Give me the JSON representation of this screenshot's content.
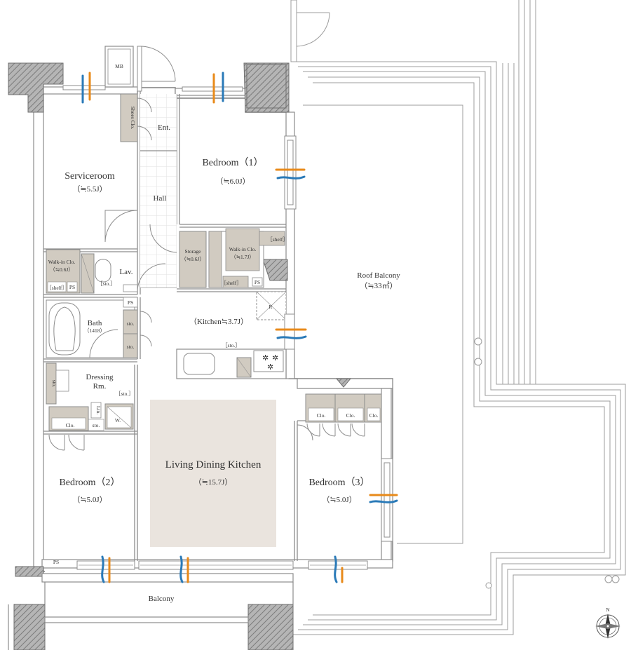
{
  "colors": {
    "wall": "#9a9a9a",
    "wall_dark": "#5a5a5a",
    "storage": "#d1cbc1",
    "ldk_floor": "#eae4de",
    "air_in": "#e88a1a",
    "air_out": "#2a7ab8",
    "line": "#8c8c8c"
  },
  "rooms": {
    "serviceroom": {
      "name": "Serviceroom",
      "area": "（≒5.5J）"
    },
    "bedroom1": {
      "name": "Bedroom（1）",
      "area": "（≒6.0J）"
    },
    "bedroom2": {
      "name": "Bedroom（2）",
      "area": "（≒5.0J）"
    },
    "bedroom3": {
      "name": "Bedroom（3）",
      "area": "（≒5.0J）"
    },
    "ldk": {
      "name": "Living Dining Kitchen",
      "area": "（≒15.7J）"
    },
    "kitchen": {
      "label": "（Kitchen≒3.7J）"
    },
    "roof_balcony": {
      "name": "Roof Balcony",
      "area": "（≒33㎡）"
    },
    "balcony": {
      "name": "Balcony"
    },
    "hall": {
      "name": "Hall"
    },
    "ent": {
      "name": "Ent."
    },
    "lav": {
      "name": "Lav."
    },
    "bath": {
      "name": "Bath",
      "size": "（1418）"
    },
    "dressing": {
      "name": "Dressing",
      "name2": "Rm."
    }
  },
  "storage": {
    "mb": "MB",
    "shoes": "Shoes Clo.",
    "storage_name": "Storage",
    "storage_area": "（≒0.6J）",
    "wic1_name": "Walk-in Clo.",
    "wic1_area": "（≒1.7J）",
    "wic2_name": "Walk-in Clo.",
    "wic2_area": "（≒0.6J）",
    "shelf": "［shelf］",
    "sto": "sto.",
    "sto_bracket": "［sto.］",
    "clo": "Clo.",
    "lin": "Lin.",
    "w": "W.",
    "ps": "PS",
    "r": "R"
  },
  "compass": {
    "north": "N"
  }
}
